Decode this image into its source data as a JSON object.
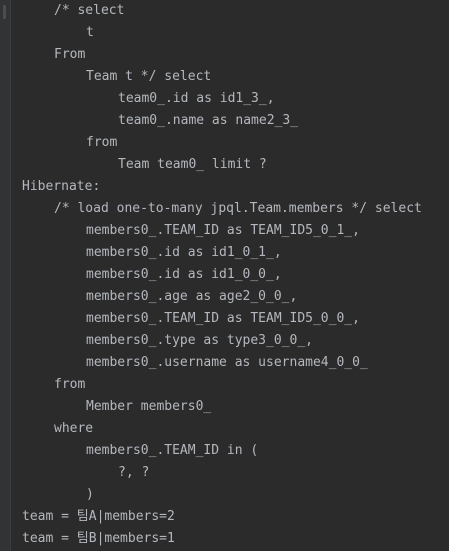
{
  "console": {
    "lines": [
      {
        "indent": 1,
        "text": "/* select"
      },
      {
        "indent": 2,
        "text": "t"
      },
      {
        "indent": 1,
        "text": "From"
      },
      {
        "indent": 2,
        "text": "Team t */ select"
      },
      {
        "indent": 3,
        "text": "team0_.id as id1_3_,"
      },
      {
        "indent": 3,
        "text": "team0_.name as name2_3_"
      },
      {
        "indent": 2,
        "text": "from"
      },
      {
        "indent": 3,
        "text": "Team team0_ limit ?"
      },
      {
        "indent": 0,
        "text": "Hibernate:"
      },
      {
        "indent": 1,
        "text": "/* load one-to-many jpql.Team.members */ select"
      },
      {
        "indent": 2,
        "text": "members0_.TEAM_ID as TEAM_ID5_0_1_,"
      },
      {
        "indent": 2,
        "text": "members0_.id as id1_0_1_,"
      },
      {
        "indent": 2,
        "text": "members0_.id as id1_0_0_,"
      },
      {
        "indent": 2,
        "text": "members0_.age as age2_0_0_,"
      },
      {
        "indent": 2,
        "text": "members0_.TEAM_ID as TEAM_ID5_0_0_,"
      },
      {
        "indent": 2,
        "text": "members0_.type as type3_0_0_,"
      },
      {
        "indent": 2,
        "text": "members0_.username as username4_0_0_"
      },
      {
        "indent": 1,
        "text": "from"
      },
      {
        "indent": 2,
        "text": "Member members0_"
      },
      {
        "indent": 1,
        "text": "where"
      },
      {
        "indent": 2,
        "text": "members0_.TEAM_ID in ("
      },
      {
        "indent": 3,
        "text": "?, ?"
      },
      {
        "indent": 2,
        "text": ")"
      },
      {
        "indent": 0,
        "text": "team = 팀A|members=2"
      },
      {
        "indent": 0,
        "text": "team = 팀B|members=1"
      }
    ]
  },
  "colors": {
    "background": "#2b2b2b",
    "text": "#b4b8be",
    "gutter": "#313335"
  }
}
